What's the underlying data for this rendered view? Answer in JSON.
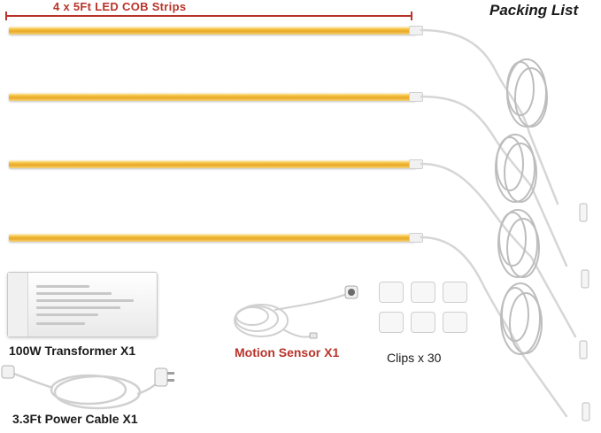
{
  "header": {
    "packing_list": "Packing List",
    "strips_label": "4 x 5Ft LED COB Strips"
  },
  "items": {
    "transformer": "100W Transformer X1",
    "power_cable": "3.3Ft Power Cable X1",
    "motion_sensor": "Motion Sensor X1",
    "clips": "Clips x 30"
  },
  "colors": {
    "accent": "#b8342a",
    "strip": "#f0b838"
  }
}
